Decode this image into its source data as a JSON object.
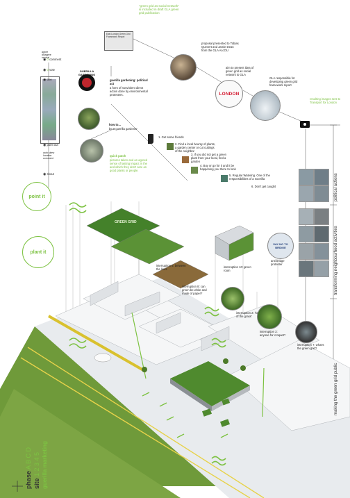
{
  "colors": {
    "accent": "#7dc242",
    "grass": "#6f9a3a",
    "road": "#e9ecef",
    "line": "#333333"
  },
  "top_quote": "\"green grid as social network\" is included in draft GLA green grid publication",
  "publication_caption": "East London Green Grid Framework Report",
  "proposal_text": "proposal presented to Tobias Quevert and Jamie Dean from the GLA AccOU",
  "aim_text": "aim to present idea of green grid as social network to GLA",
  "london_label": "LONDON",
  "gla_text": "GLA responsible for developing green grid framework report",
  "resulting_images": "resulting images sent to Transport for London",
  "legend": {
    "items": [
      {
        "label": "comment",
        "value": "0"
      },
      {
        "label": "vote",
        "value": "0"
      },
      {
        "label": "tree",
        "value": ""
      },
      {
        "label": "point out",
        "value": ""
      },
      {
        "label": "shout",
        "value": ""
      }
    ],
    "header": "agree disagree neutral",
    "sub": "auto skew location comment"
  },
  "guerilla_logo": "GUERILLA GARDENING",
  "guerilla_title": "guerilla gardening: political act",
  "guerilla_desc": "a form of nonviolent direct action done by environmental protesters.",
  "howto_title": "how to...",
  "howto_sub": "be a guerilla gardener",
  "quick_patch": "quick patch",
  "quick_patch_desc": "pictures taken and an agreed sense of lasting impact in the and which they don't care as good plants or people.",
  "steps": [
    "1. Get some friends",
    "2. Find a local bounty of plants, a garden center or cut cuttings of the neighbor",
    "3. If you did not get a green plant from your local, find a garden",
    "4. Buy or go for it and it be happening you there to look",
    "5. Regular Watering. One of the responsibilities of a Guerilla",
    "6. Don't get caught"
  ],
  "point_it": "point it",
  "plant_it": "plant it",
  "int6": "interruption 6: between the lines",
  "int8": "interruption 8: can green be white and made of paper?",
  "int10": "interruption 10: green room",
  "int2": "interruption 2: 'keep of the grass'",
  "int3": "interruption 3: anyone for croquet?",
  "int7": "interruption 7: what's the green grid?",
  "antibridge": "anti bridge protester",
  "sign_text": "SAY NO TO BRIDGE",
  "grass_text": "GREEN GRID",
  "side_labels": {
    "political": "political actions",
    "transforming": "transforming neighbourhood activities",
    "making": "making the green grid public"
  },
  "bottom_left": {
    "phase_label": "phase",
    "phase_letters": "A B C D",
    "site_label": "site",
    "site_numbers": "1 2 3 4 5",
    "marketing": "guerilla marketing"
  }
}
